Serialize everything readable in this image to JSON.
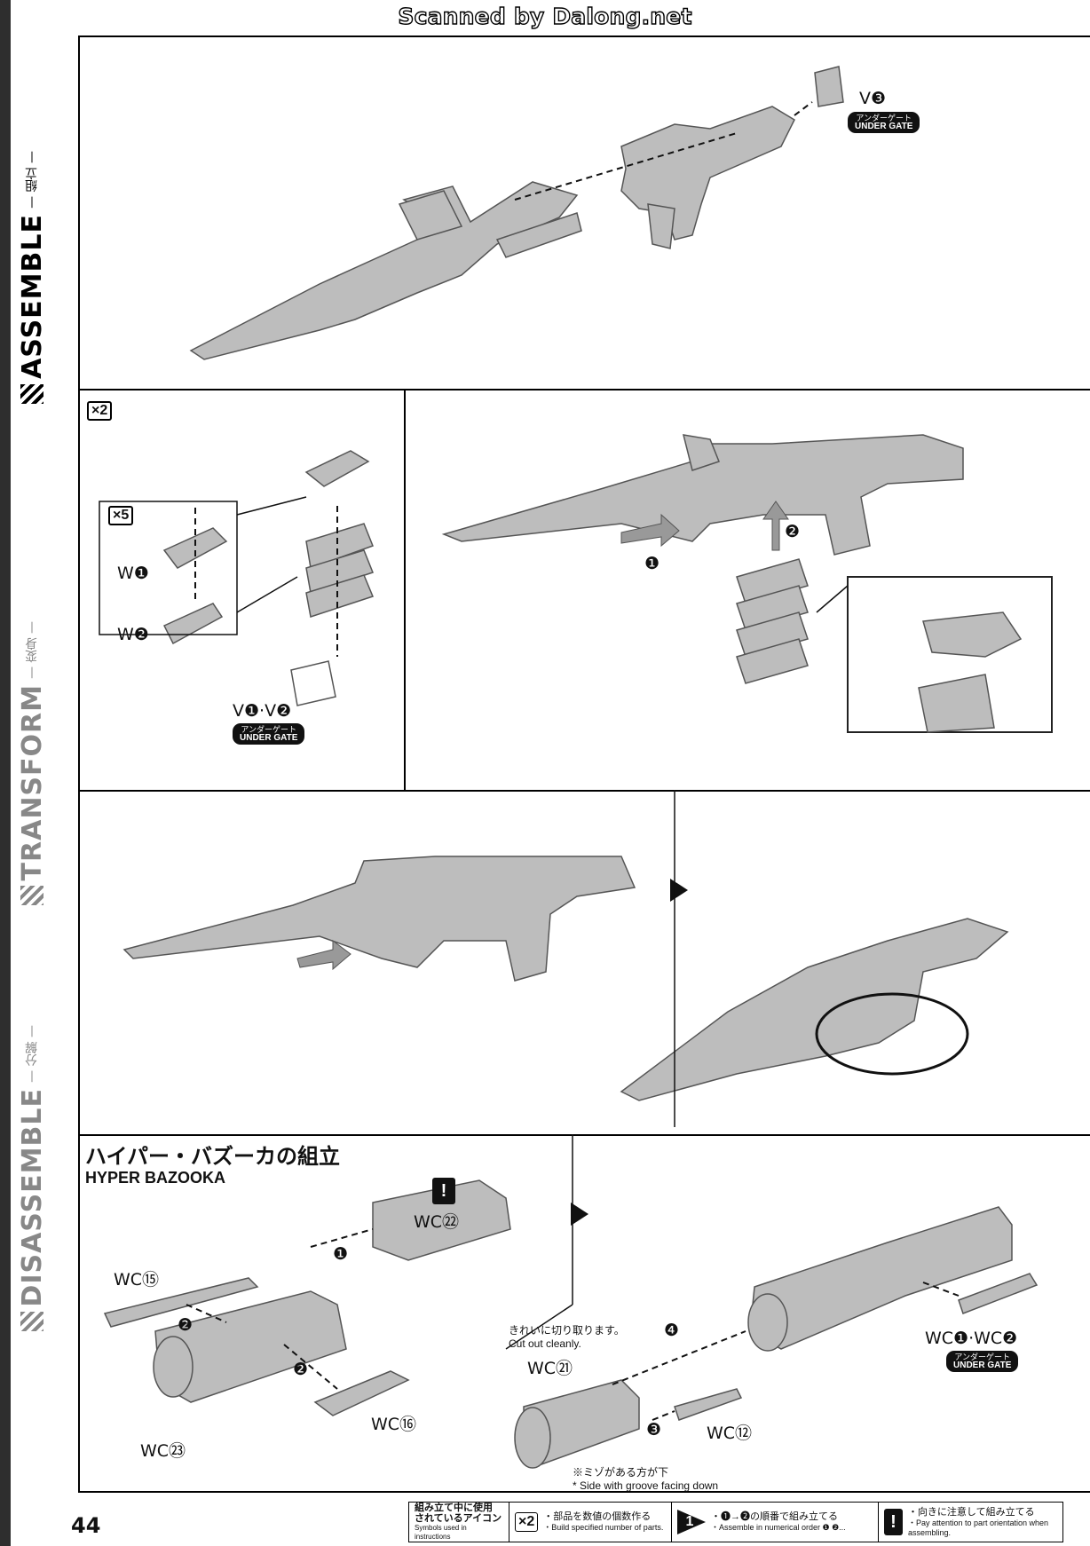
{
  "watermark": "Scanned by Dalong.net",
  "sidebar": {
    "assemble": {
      "en": "ASSEMBLE",
      "jp": "— 組立 —"
    },
    "transform": {
      "en": "TRANSFORM",
      "jp": "— 変身 —"
    },
    "disassemble": {
      "en": "DISASSEMBLE",
      "jp": "— 分解 —"
    }
  },
  "panel1": {
    "part_v3": "V❸",
    "gate_jp": "アンダーゲート",
    "gate_en": "UNDER GATE"
  },
  "panel2": {
    "count_outer": "×2",
    "count_inner": "×5",
    "part_w1": "W❶",
    "part_w2": "W❷",
    "part_v12": "V❶·V❷",
    "gate_jp": "アンダーゲート",
    "gate_en": "UNDER GATE"
  },
  "panel3": {
    "step1": "❶",
    "step2": "❷"
  },
  "section": {
    "title_jp": "ハイパー・バズーカの組立",
    "title_en": "HYPER BAZOOKA"
  },
  "bazooka": {
    "warn": "!",
    "wc22": "WC㉒",
    "wc15": "WC⑮",
    "wc16": "WC⑯",
    "wc23": "WC㉓",
    "wc21": "WC㉑",
    "wc12": "WC⑫",
    "wc1_2": "WC❶·WC❷",
    "gate_jp": "アンダーゲート",
    "gate_en": "UNDER GATE",
    "step1": "❶",
    "step2": "❷",
    "step3": "❸",
    "step4": "❹",
    "cut_jp": "きれいに切り取ります。",
    "cut_en": "Cut out cleanly.",
    "groove_jp": "※ミゾがある方が下",
    "groove_en": "* Side with groove facing down"
  },
  "page_number": "44",
  "legend": {
    "head_jp1": "組み立て中に使用",
    "head_jp2": "されているアイコン",
    "head_en": "Symbols used in instructions",
    "x2_icon": "×2",
    "x2_jp": "・部品を数値の個数作る",
    "x2_en": "・Build specified number of parts.",
    "order_icon": "1",
    "order_jp": "・❶→❷の順番で組み立てる",
    "order_en": "・Assemble in numerical order ❶ ❷...",
    "warn_icon": "!",
    "warn_jp": "・向きに注意して組み立てる",
    "warn_en": "・Pay attention to part orientation when assembling."
  }
}
